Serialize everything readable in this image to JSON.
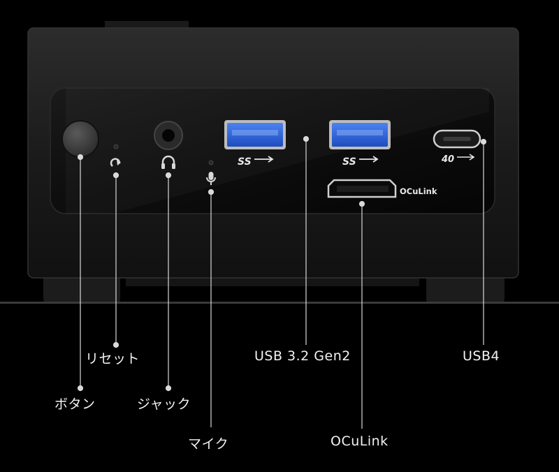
{
  "callouts": {
    "button": "ボタン",
    "reset": "リセット",
    "jack": "ジャック",
    "mic": "マイク",
    "usb32": "USB 3.2 Gen2",
    "oculink": "OCuLink",
    "usb4": "USB4"
  },
  "port_marks": {
    "ss1": "SS",
    "ss2": "SS",
    "usb4_speed": "40",
    "oculink_text": "OCuLink"
  },
  "colors": {
    "background": "#000000",
    "chassis": "#1e1e1e",
    "panel": "#0d0d0d",
    "usb_blue": "#2f64d8",
    "line": "#d9d9d9"
  }
}
